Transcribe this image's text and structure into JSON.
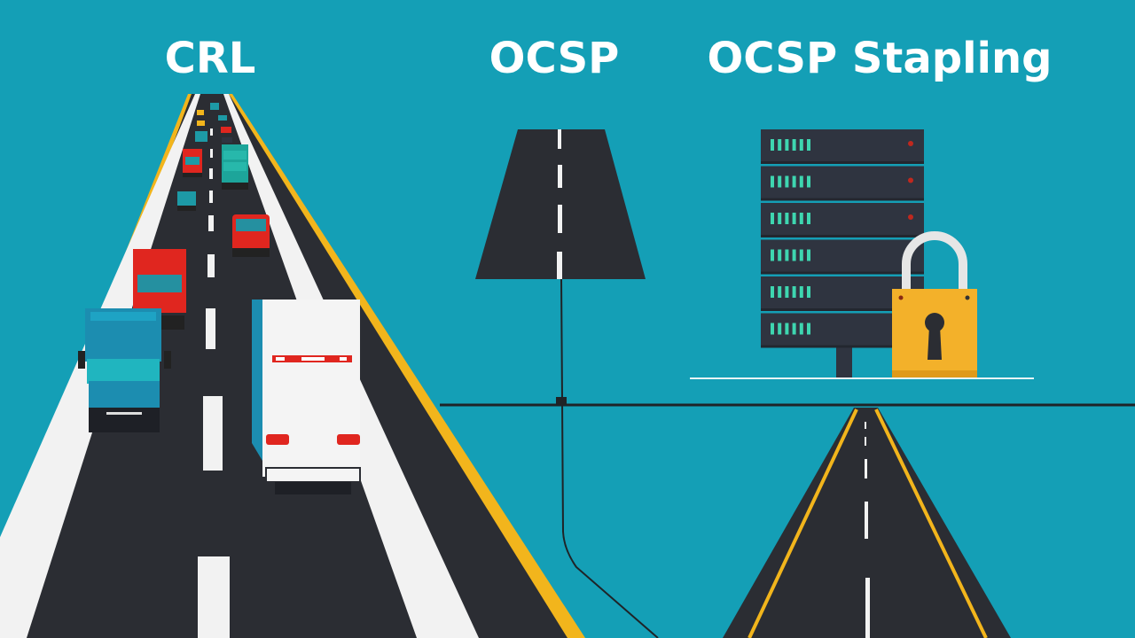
{
  "colors": {
    "background": "#149fb6",
    "road": "#2b2d33",
    "lane_white": "#f2f2f2",
    "edge_yellow": "#f2b51c",
    "server_body": "#2f3440",
    "led_green": "#3ed6b0",
    "led_red": "#c0281e",
    "lock_gold": "#f3b12a",
    "vehicle_red": "#e0261f",
    "vehicle_teal": "#1d9aa6",
    "truck_white": "#f4f4f4"
  },
  "labels": {
    "crl": "CRL",
    "ocsp": "OCSP",
    "ocsp_stapling": "OCSP Stapling"
  },
  "scene": {
    "crl": {
      "description": "Wide congested multi-lane highway with many vehicles",
      "vehicles": [
        "blue-truck",
        "red-truck",
        "white-semi-trailer",
        "red-car",
        "teal-van",
        "red-van",
        "teal-bus",
        "distant-cars"
      ]
    },
    "ocsp": {
      "description": "Short trapezoid road segment connected by a cable"
    },
    "ocsp_stapling": {
      "description": "Server rack with padlock above a narrow clear road",
      "server_units": 6,
      "leds_per_unit": 6
    }
  }
}
